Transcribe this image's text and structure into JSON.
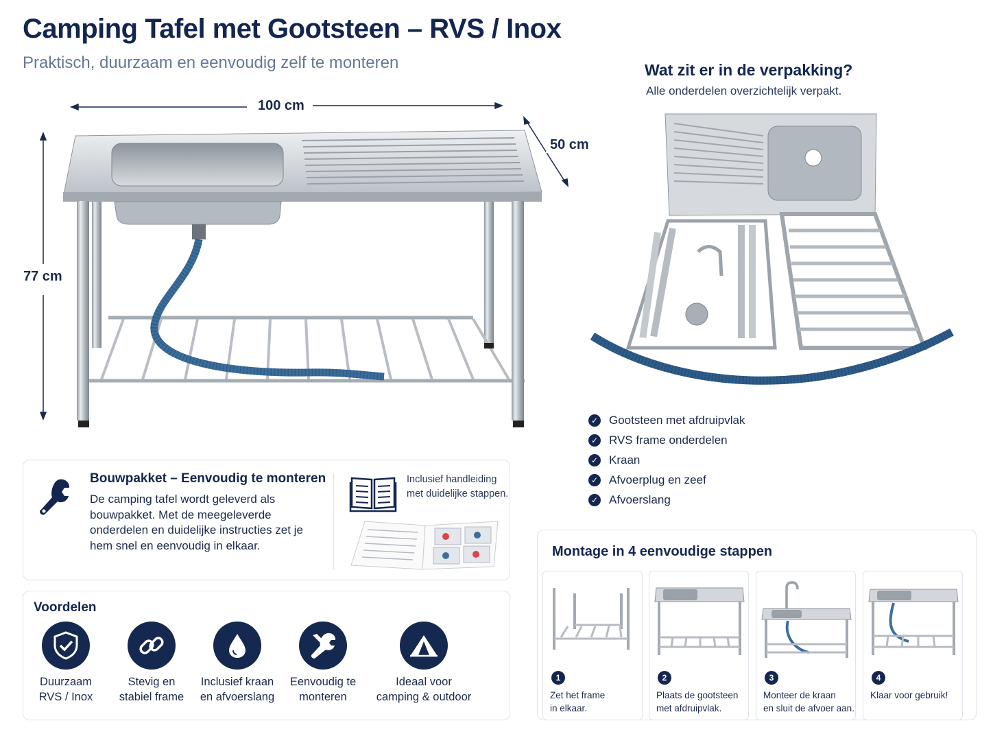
{
  "header": {
    "title": "Camping Tafel met Gootsteen – RVS / Inox",
    "subtitle": "Praktisch, duurzaam en eenvoudig zelf te monteren"
  },
  "dimensions": {
    "width": "100 cm",
    "depth": "50 cm",
    "height": "77 cm"
  },
  "package": {
    "title": "Wat zit er in de verpakking?",
    "subtitle": "Alle onderdelen overzichtelijk verpakt.",
    "items": [
      "Gootsteen met afdruipvlak",
      "RVS frame onderdelen",
      "Kraan",
      "Afvoerplug en zeef",
      "Afvoerslang"
    ]
  },
  "kit": {
    "title": "Bouwpakket – Eenvoudig te monteren",
    "description": "De camping tafel wordt geleverd als bouwpakket. Met de meegeleverde onderdelen en duidelijke instructies zet je hem snel en eenvoudig in elkaar.",
    "manual": "Inclusief handleiding met duidelijke stappen.",
    "icon": "wrench-icon"
  },
  "advantages": {
    "title": "Voordelen",
    "items": [
      {
        "icon": "shield-check-icon",
        "line1": "Duurzaam",
        "line2": "RVS / Inox"
      },
      {
        "icon": "chain-link-icon",
        "line1": "Stevig en",
        "line2": "stabiel frame"
      },
      {
        "icon": "water-drop-icon",
        "line1": "Inclusief kraan",
        "line2": "en afvoerslang"
      },
      {
        "icon": "tools-icon",
        "line1": "Eenvoudig te",
        "line2": "monteren"
      },
      {
        "icon": "tent-icon",
        "line1": "Ideaal voor",
        "line2": "camping & outdoor"
      }
    ]
  },
  "steps": {
    "title": "Montage in 4 eenvoudige stappen",
    "items": [
      {
        "num": "1",
        "line1": "Zet het frame",
        "line2": "in elkaar."
      },
      {
        "num": "2",
        "line1": "Plaats de gootsteen",
        "line2": "met afdruipvlak."
      },
      {
        "num": "3",
        "line1": "Monteer de kraan",
        "line2": "en sluit de afvoer aan."
      },
      {
        "num": "4",
        "line1": "Klaar voor gebruik!",
        "line2": ""
      }
    ]
  },
  "colors": {
    "navy": "#14264f",
    "steel": "#c9ced4",
    "hose": "#3c6e9c"
  }
}
